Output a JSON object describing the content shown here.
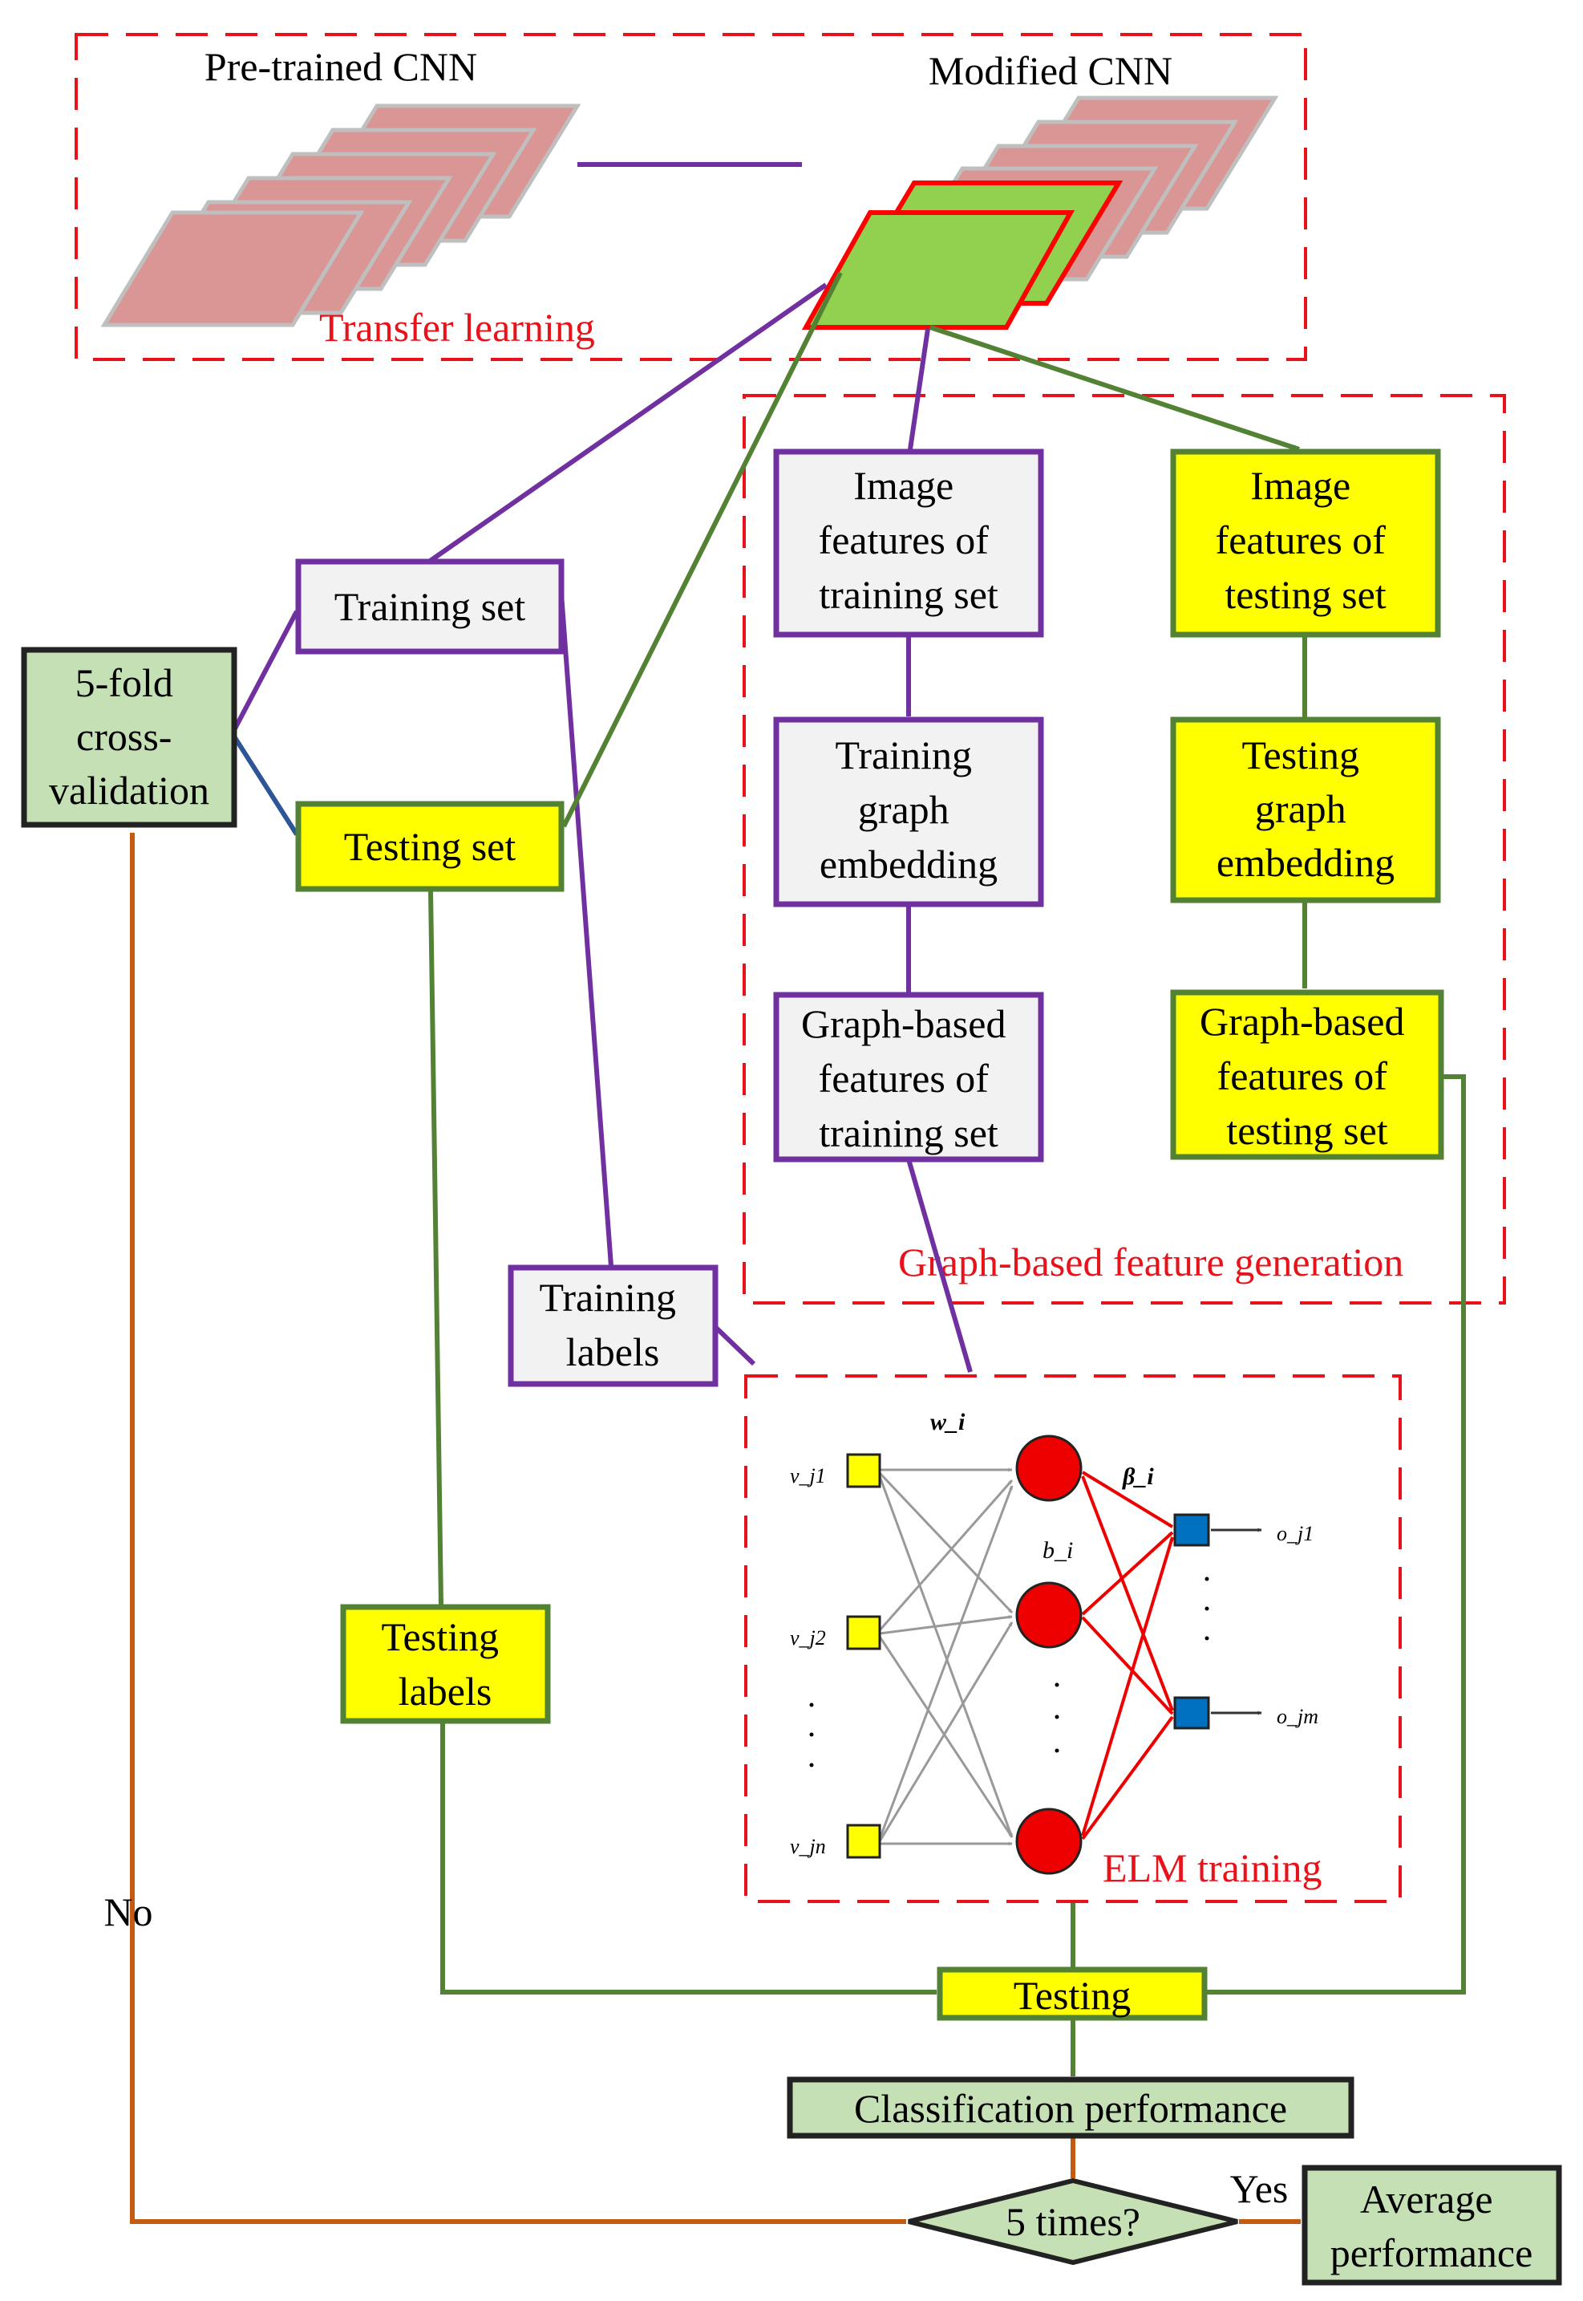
{
  "regions": {
    "transfer": "Transfer learning",
    "graph": "Graph-based  feature generation",
    "elm": "ELM training"
  },
  "cnn": {
    "pretrained": "Pre-trained CNN",
    "modified": "Modified CNN"
  },
  "boxes": {
    "cv": [
      "5-fold",
      "cross-",
      "validation"
    ],
    "training_set": [
      "Training set"
    ],
    "testing_set": [
      "Testing set"
    ],
    "img_train": [
      "Image",
      "features of",
      "training set"
    ],
    "img_test": [
      "Image",
      "features of",
      "testing  set"
    ],
    "tge_train": [
      "Training",
      "graph",
      "embedding"
    ],
    "tge_test": [
      "Testing",
      "graph",
      "embedding"
    ],
    "gbf_train": [
      "Graph-based",
      "features of",
      "training set"
    ],
    "gbf_test": [
      "Graph-based",
      "features of",
      "testing set"
    ],
    "train_labels": [
      "Training",
      "labels"
    ],
    "test_labels": [
      "Testing",
      "labels"
    ],
    "testing": [
      "Testing"
    ],
    "classification": [
      "Classification performance"
    ],
    "decision": [
      "5 times?"
    ],
    "average": [
      "Average",
      "performance"
    ]
  },
  "edges": {
    "no": "No",
    "yes": "Yes"
  },
  "elm": {
    "inputs": [
      "v_j1",
      "v_j2",
      "v_jn"
    ],
    "outputs": [
      "o_j1",
      "o_jm"
    ],
    "weight_in": "w_i",
    "bias": "b_i",
    "weight_out": "β_i"
  },
  "colors": {
    "purple": "#7030a0",
    "green": "#548235",
    "blue": "#2e5597",
    "orange": "#c55a11",
    "red_dash": "#e8121a",
    "yellow": "#ffff00",
    "lightgreen": "#c5e0b4",
    "lightgray": "#f2f2f2",
    "cnn_pink": "#d99694",
    "cnn_green": "#92d050"
  }
}
